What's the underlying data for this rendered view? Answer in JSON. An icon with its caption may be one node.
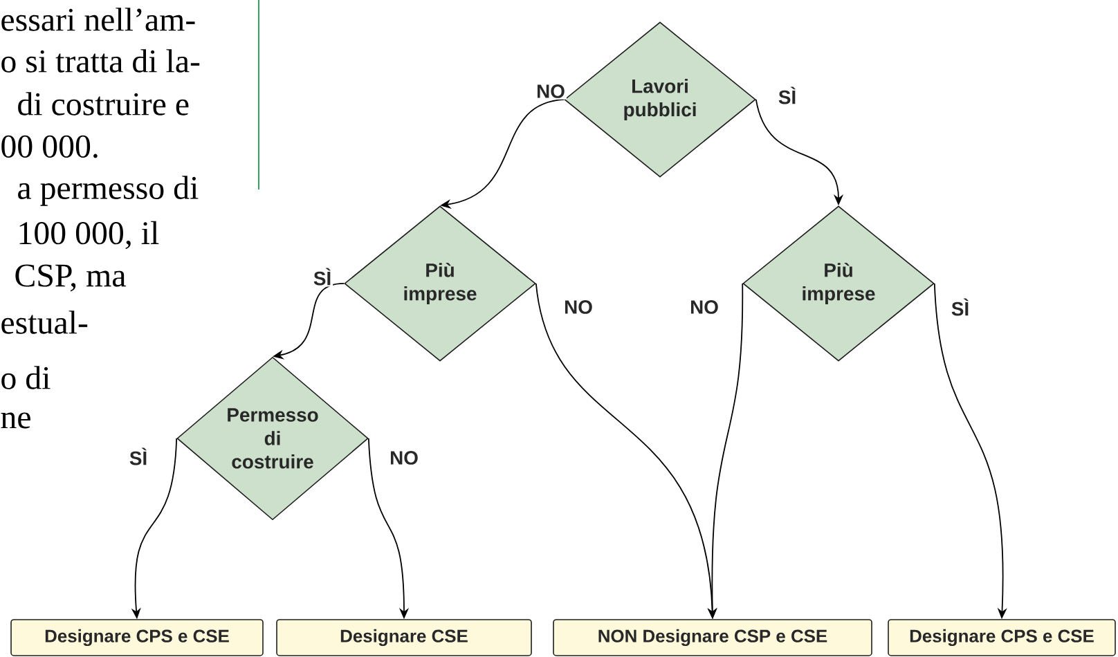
{
  "diagram": {
    "nodes": [
      {
        "text": [
          "Lavori pubblici"
        ]
      },
      {
        "text": [
          "Più imprese"
        ]
      },
      {
        "text": [
          "Più imprese"
        ]
      },
      {
        "text": [
          "Permesso di costruire"
        ]
      },
      {
        "text": [
          "Designare CPS e CSE"
        ]
      },
      {
        "text": [
          "Designare CSE"
        ]
      },
      {
        "text": [
          "NON Designare CSP e CSE"
        ]
      },
      {
        "text": [
          "Designare CPS e CSE"
        ]
      }
    ],
    "edges": [
      {
        "from": 0,
        "to": 1,
        "arrow": "to",
        "label": "NO"
      },
      {
        "from": 0,
        "to": 2,
        "arrow": "to",
        "label": "SÌ"
      },
      {
        "from": 1,
        "to": 3,
        "arrow": "to",
        "label": "SÌ"
      },
      {
        "from": 1,
        "to": 6,
        "arrow": "to",
        "label": "NO"
      },
      {
        "from": 2,
        "to": 6,
        "arrow": "to",
        "label": "NO"
      },
      {
        "from": 2,
        "to": 7,
        "arrow": "to",
        "label": "SÌ"
      },
      {
        "from": 3,
        "to": 4,
        "arrow": "to",
        "label": "SÌ"
      },
      {
        "from": 3,
        "to": 5,
        "arrow": "to",
        "label": "NO"
      }
    ],
    "labels": [
      "essari nell’am-",
      "o si tratta di la-",
      "di costruire e",
      "00 000.",
      "a permesso di",
      "100 000, il",
      "CSP, ma",
      "estual-",
      "o di",
      "ne"
    ]
  }
}
